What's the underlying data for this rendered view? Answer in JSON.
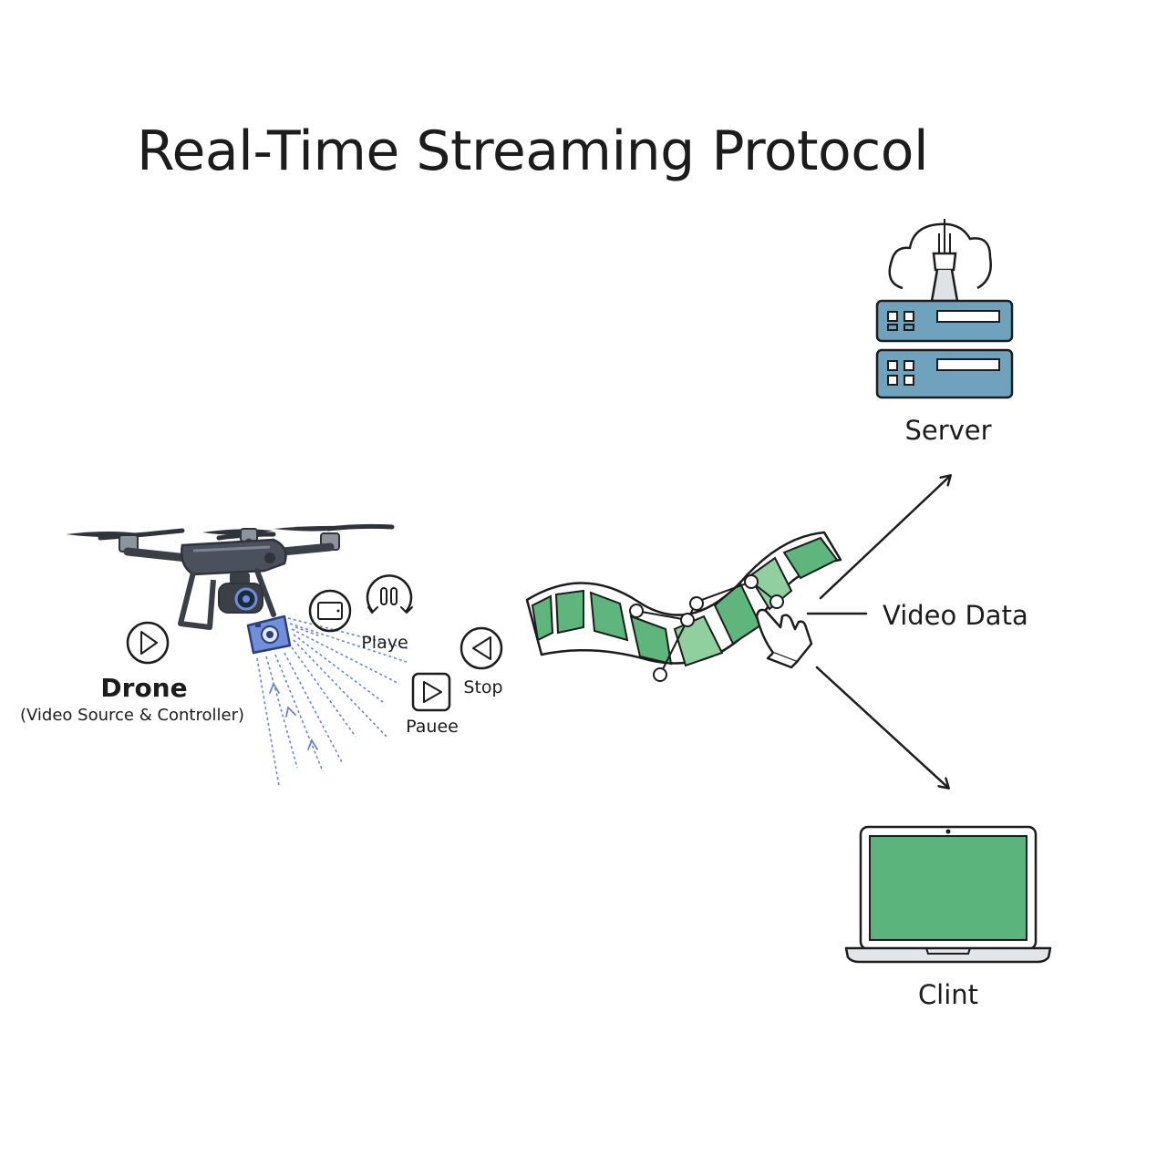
{
  "title": "Real-Time Streaming Protocol",
  "nodes": {
    "drone": {
      "label": "Drone",
      "sublabel": "(Video Source & Controller)"
    },
    "server": {
      "label": "Server"
    },
    "client": {
      "label": "Clint"
    }
  },
  "controls": {
    "player": "Playe",
    "pause": "Pauee",
    "stop": "Stop"
  },
  "stream": {
    "label": "Video Data"
  },
  "colors": {
    "film_green": "#5fb67d",
    "film_green_light": "#8fd09e",
    "server_blue": "#6fa3bd",
    "screen_green": "#5cb47d",
    "drone_gray": "#4a505c",
    "camera_blue": "#6f8fd8",
    "signal_blue": "#6a86c8"
  },
  "icons": [
    "drone-icon",
    "camera-icon",
    "play-circle-icon",
    "pause-circle-icon",
    "screen-circle-icon",
    "play-square-icon",
    "rewind-circle-icon",
    "film-strip-icon",
    "hand-pointer-icon",
    "cloud-tower-icon",
    "server-rack-icon",
    "laptop-icon",
    "arrow-icon"
  ]
}
